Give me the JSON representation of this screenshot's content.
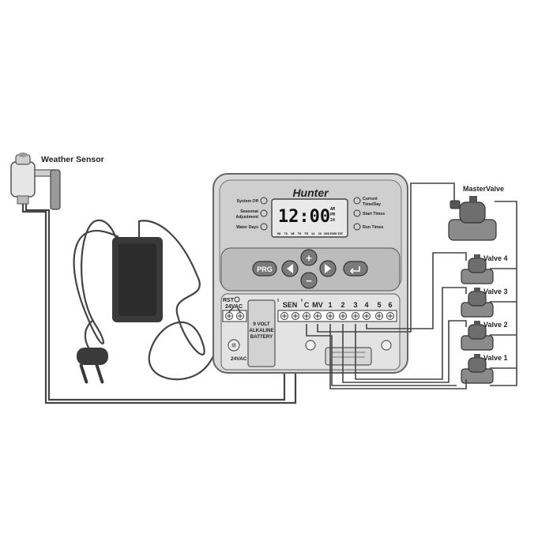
{
  "sensor": {
    "label": "Weather Sensor"
  },
  "controller": {
    "brand": "Hunter",
    "display_time": "12:00",
    "display_am": "AM",
    "display_pm": "PM",
    "display_24": "24",
    "days": [
      "MO",
      "TU",
      "WE",
      "TH",
      "FR",
      "SA",
      "SU",
      "ODD",
      "EVEN",
      "INT"
    ],
    "left_labels": [
      "System Off",
      "Seasonal Adjustment",
      "Water Days"
    ],
    "left_labels_lines": [
      [
        "System Off"
      ],
      [
        "Seasonal",
        "Adjustment"
      ],
      [
        "Water Days"
      ]
    ],
    "right_labels_lines": [
      [
        "Current",
        "Time/Day"
      ],
      [
        "Start Times"
      ],
      [
        "Run Times"
      ]
    ],
    "buttons": {
      "prg": "PRG",
      "minus": "−",
      "plus": "+"
    },
    "terminal_labels": [
      "SEN",
      "C",
      "MV",
      "1",
      "2",
      "3",
      "4",
      "5",
      "6"
    ],
    "rst_label": "RST",
    "vac_label": "24VAC",
    "battery_lines": [
      "9 VOLT",
      "ALKALINE",
      "BATTERY"
    ],
    "vac_bottom": "24VAC"
  },
  "valves": [
    "MasterValve",
    "Valve 4",
    "Valve 3",
    "Valve 2",
    "Valve 1"
  ],
  "colors": {
    "line": "#444444",
    "housing": "#d9d9d9",
    "panel": "#bcbcbc",
    "lcd": "#e9e9e9",
    "dark": "#3a3a3a"
  }
}
